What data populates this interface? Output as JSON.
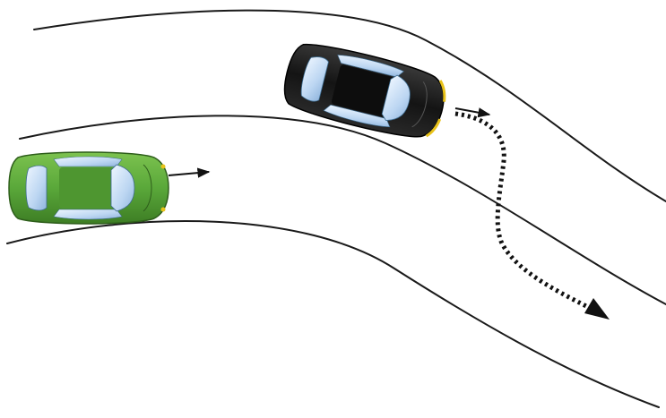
{
  "diagram": {
    "colors": {
      "background": "#ffffff",
      "road_edge": "#1a1a1a",
      "green_car_body": "#5aa83a",
      "green_car_dark": "#3d7d24",
      "black_car_body": "#1c1c1c",
      "glass": "#cfe3f7",
      "glass_dark": "#8fb4dc",
      "headlight": "#e8c21a",
      "arrow": "#111111"
    },
    "elements": {
      "road_lines": [
        "outer-edge",
        "center-line",
        "inner-edge"
      ],
      "cars": [
        {
          "role": "straight-moving-car",
          "color_name": "green",
          "icon": "car-top-view-icon"
        },
        {
          "role": "swerving-car",
          "color_name": "black",
          "icon": "car-top-view-icon"
        }
      ],
      "arrows": [
        "straight-motion-arrow",
        "swerve-motion-arrow"
      ],
      "paths": [
        "dotted-swerve-path"
      ]
    }
  }
}
